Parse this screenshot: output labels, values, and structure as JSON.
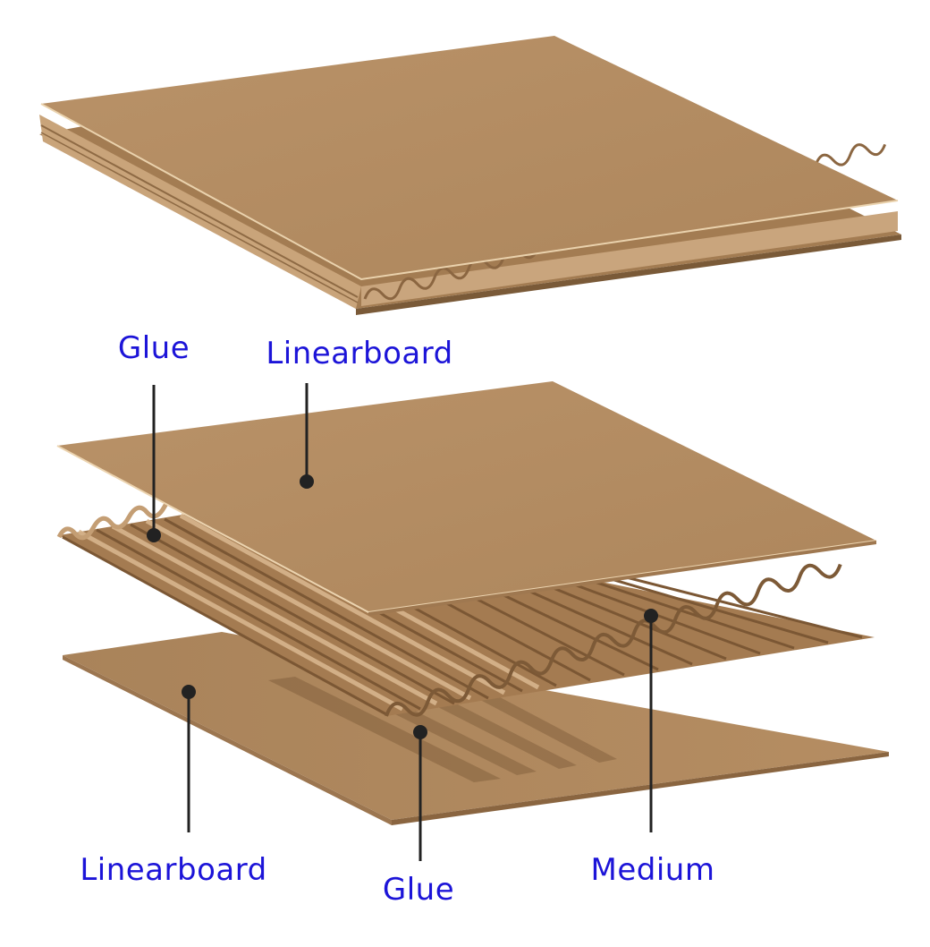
{
  "colors": {
    "cardboard": "#b68e62",
    "cardboard_light": "#c59f74",
    "cardboard_dark": "#8a6540",
    "edge": "#e6c9a1",
    "label": "#1c14d8",
    "leader": "#222222"
  },
  "labels": {
    "glue_top": "Glue",
    "linearboard_top": "Linearboard",
    "linearboard_bottom": "Linearboard",
    "glue_bottom": "Glue",
    "medium": "Medium"
  }
}
